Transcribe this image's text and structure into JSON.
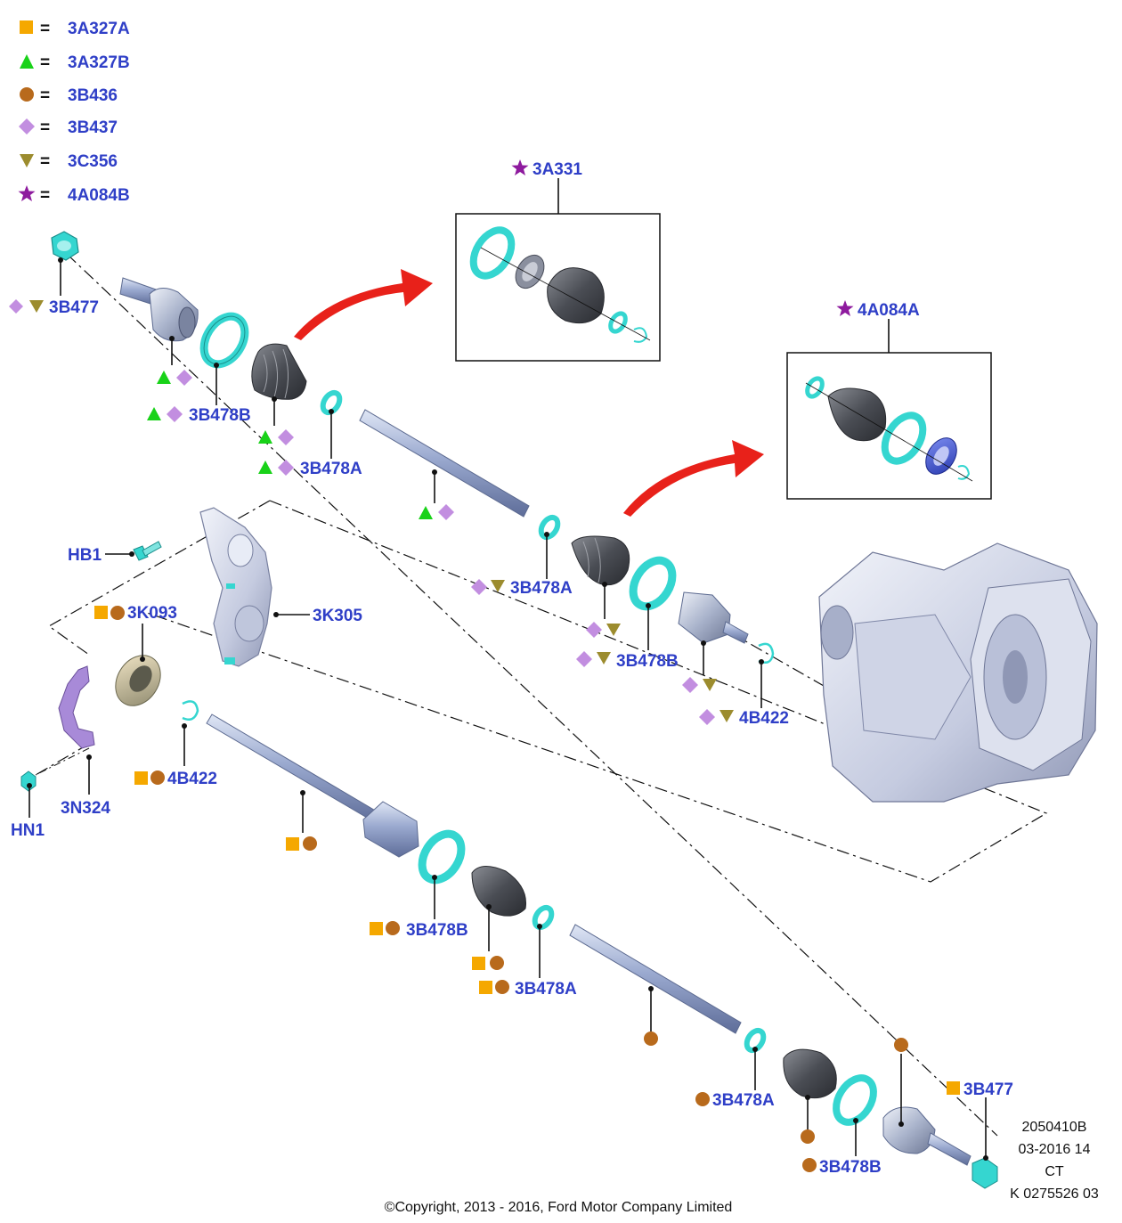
{
  "colors": {
    "label": "#2f3fc7",
    "square": "#f5a800",
    "triangle": "#19d219",
    "circle": "#b86a1c",
    "diamond": "#c28ee0",
    "tri_down": "#9c8c2e",
    "star": "#8e1a9e",
    "arrow": "#e8211a",
    "ring": "#35d6d0",
    "shaft": "#8ea0c8",
    "boot": "#4f5258"
  },
  "legend": [
    {
      "symbol": "square",
      "eq": "=",
      "code": "3A327A"
    },
    {
      "symbol": "triangle",
      "eq": "=",
      "code": "3A327B"
    },
    {
      "symbol": "circle",
      "eq": "=",
      "code": "3B436"
    },
    {
      "symbol": "diamond",
      "eq": "=",
      "code": "3B437"
    },
    {
      "symbol": "tri_down",
      "eq": "=",
      "code": "3C356"
    },
    {
      "symbol": "star",
      "eq": "=",
      "code": "4A084B"
    }
  ],
  "kits": {
    "kit1": {
      "code": "3A331",
      "symbol": "star"
    },
    "kit2": {
      "code": "4A084A",
      "symbol": "star"
    }
  },
  "labels": {
    "l1": "3B477",
    "l2": "3B478B",
    "l3": "3B478A",
    "l4": "3B478A",
    "l5": "3B478B",
    "l6": "4B422",
    "l7": "HB1",
    "l8": "3K093",
    "l9": "3K305",
    "l10": "4B422",
    "l11": "HN1",
    "l12": "3N324",
    "l13": "3B478B",
    "l14": "3B478A",
    "l15": "3B478A",
    "l16": "3B478B",
    "l17": "3B477"
  },
  "meta": {
    "code1": "2050410B",
    "code2": "03-2016 14",
    "code3": "CT",
    "code4": "K 0275526 03",
    "copyright": "©Copyright, 2013 - 2016, Ford Motor Company Limited"
  }
}
